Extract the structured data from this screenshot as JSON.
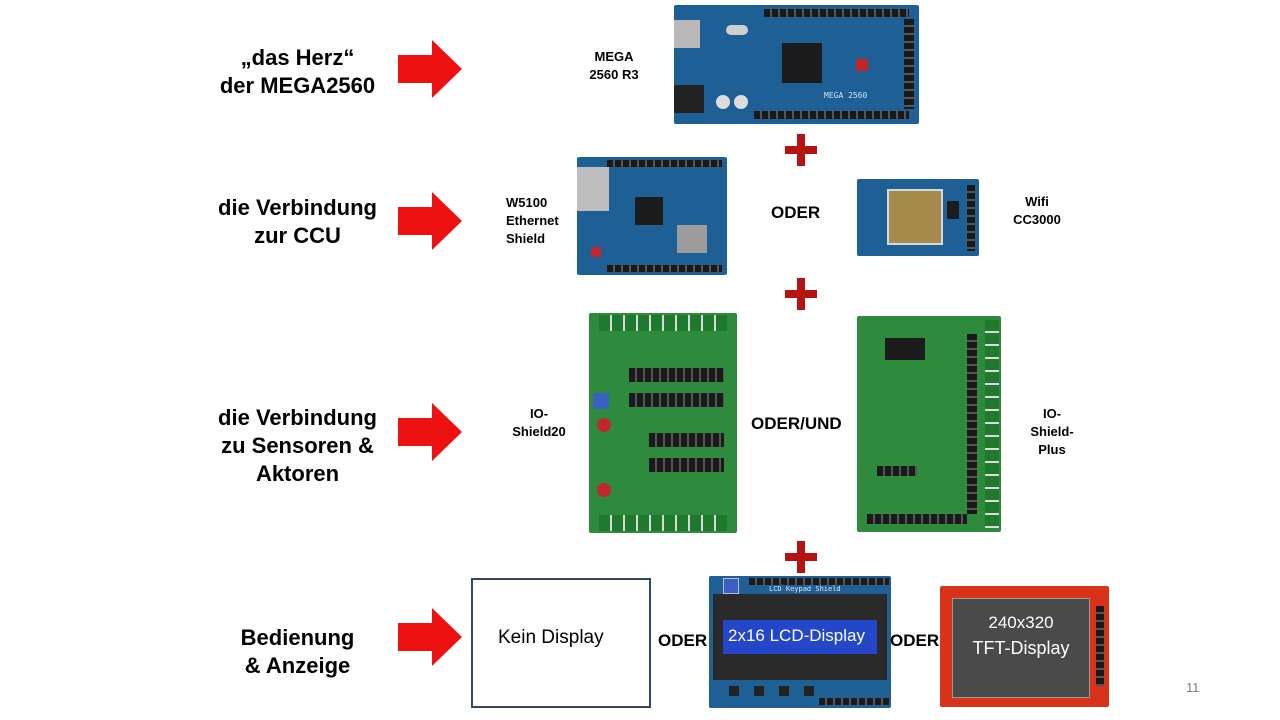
{
  "rows": [
    {
      "title_line1": "„das Herz“",
      "title_line2": "der MEGA2560"
    },
    {
      "title_line1": "die Verbindung",
      "title_line2": "zur CCU"
    },
    {
      "title_line1": "die Verbindung",
      "title_line2": "zu Sensoren &",
      "title_line3": "Aktoren"
    },
    {
      "title_line1": "Bedienung",
      "title_line2": "& Anzeige"
    }
  ],
  "boards": {
    "mega": {
      "label_line1": "MEGA",
      "label_line2": "2560 R3",
      "silk": "MEGA 2560"
    },
    "w5100": {
      "label_line1": "W5100",
      "label_line2": "Ethernet",
      "label_line3": "Shield"
    },
    "wifi": {
      "label_line1": "Wifi",
      "label_line2": "CC3000"
    },
    "io20": {
      "label_line1": "IO-",
      "label_line2": "Shield20"
    },
    "ioplus": {
      "label_line1": "IO-",
      "label_line2": "Shield-",
      "label_line3": "Plus"
    },
    "nodisplay": {
      "label": "Kein Display"
    },
    "lcd": {
      "label": "2x16 LCD-Display",
      "silk": "LCD Keypad Shield"
    },
    "tft": {
      "label_line1": "240x320",
      "label_line2": "TFT-Display"
    }
  },
  "connectors": {
    "oder": "ODER",
    "oder_und": "ODER/UND"
  },
  "page_number": "11",
  "colors": {
    "arrow": "#ee1111",
    "plus": "#b51212",
    "pcb_blue": "#1e5f95",
    "pcb_green": "#2e8b3e",
    "tft_red": "#d8321a",
    "lcd_blue": "#2447c9"
  }
}
